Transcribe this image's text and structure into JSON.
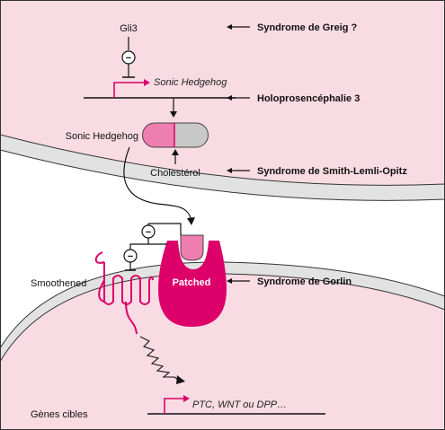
{
  "labels": {
    "gli3": "Gli3",
    "sonic_hedgehog_gene": "Sonic Hedgehog",
    "sonic_hedgehog_protein": "Sonic Hedgehog",
    "cholesterol": "Cholestérol",
    "smoothened": "Smoothened",
    "patched": "Patched",
    "target_genes": "Gènes cibles",
    "target_gene_list": "PTC, WNT ou DPP…",
    "inhibition_sign": "−"
  },
  "syndromes": {
    "greig": "Syndrome de Greig ?",
    "holoprosencephaly": "Holoprosencéphalie 3",
    "smith_lemli_opitz": "Syndrome de Smith-Lemli-Opitz",
    "gorlin": "Syndrome de Gorlin"
  },
  "colors": {
    "cytoplasm": "#f9dbe4",
    "membrane": "#e2e2e2",
    "accent": "#dd006a",
    "shh_pink": "#ee7eb0",
    "shh_grey": "#c8c8c8",
    "ink": "#111111"
  }
}
